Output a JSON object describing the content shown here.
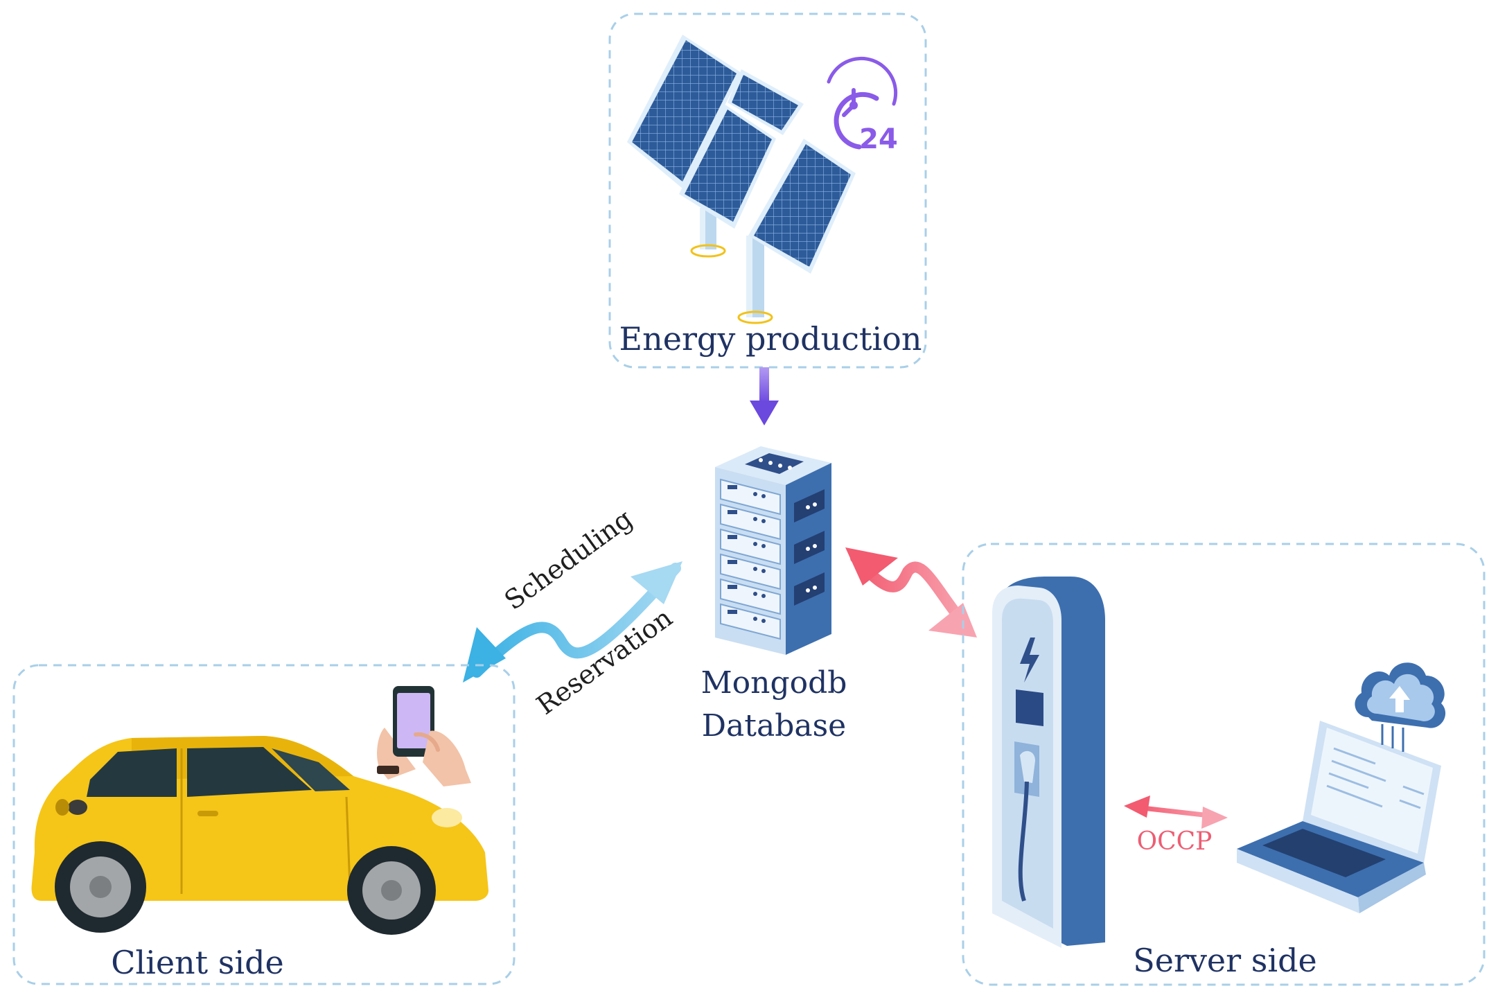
{
  "panels": {
    "energy": {
      "label": "Energy production",
      "badge": "24"
    },
    "client": {
      "label": "Client side"
    },
    "server": {
      "label": "Server side"
    }
  },
  "database": {
    "line1": "Mongodb",
    "line2": "Database"
  },
  "links": {
    "scheduling": "Scheduling",
    "reservation": "Reservation",
    "occp": "OCCP"
  },
  "colors": {
    "panel_border": "#a9cfe8",
    "label_text": "#1f3263",
    "purple_arrow": "#8a63e8",
    "blue_arrow": "#4eb1e0",
    "red_arrow": "#f06377",
    "occp_text": "#ee5d73",
    "car_body": "#f5c518",
    "charger_blue": "#3d6faf"
  },
  "icons": {
    "solar": "solar-panel-icon",
    "clock": "clock-24-icon",
    "server": "database-server-icon",
    "car": "car-icon",
    "phone": "smartphone-hand-icon",
    "charger": "charging-station-icon",
    "laptop": "laptop-icon",
    "cloud": "cloud-upload-icon"
  }
}
